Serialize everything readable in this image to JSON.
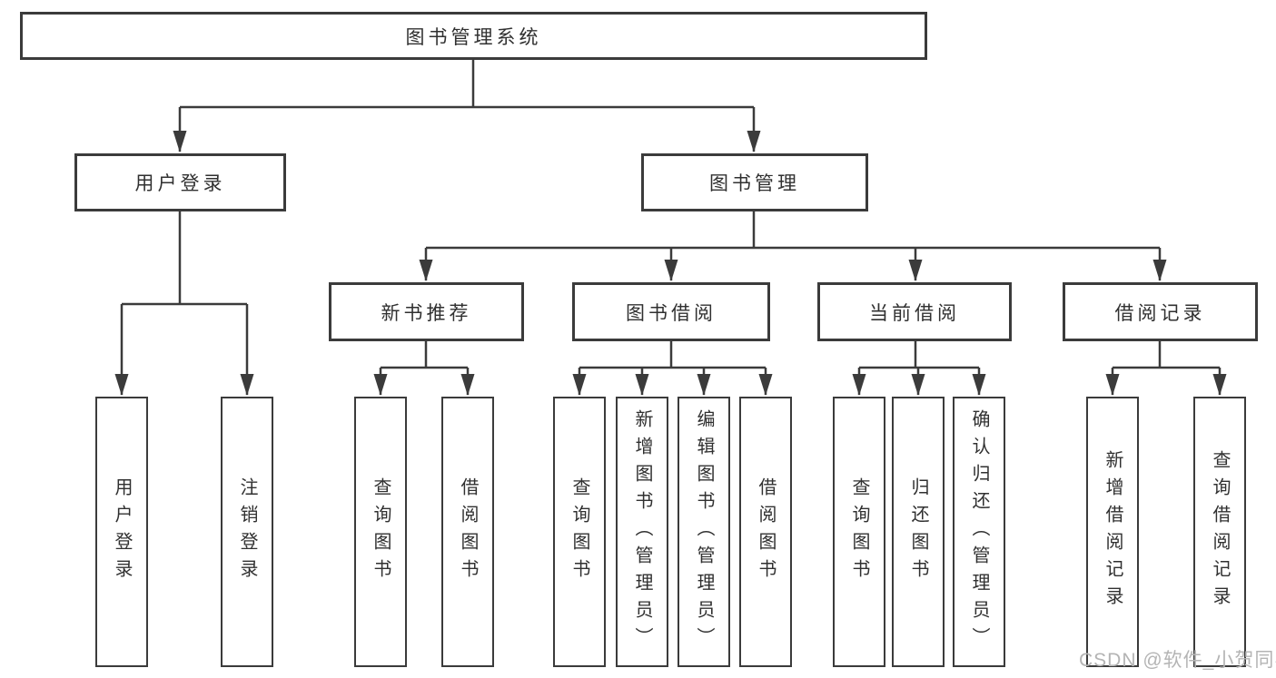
{
  "diagram": {
    "root": {
      "label": "图书管理系统"
    },
    "level2": {
      "user_login": {
        "label": "用户登录"
      },
      "book_mgmt": {
        "label": "图书管理"
      }
    },
    "level3": {
      "new_book": {
        "label": "新书推荐"
      },
      "book_borrow": {
        "label": "图书借阅"
      },
      "current_borrow": {
        "label": "当前借阅"
      },
      "borrow_record": {
        "label": "借阅记录"
      }
    },
    "leaves": {
      "user_login": {
        "label": "用户登录"
      },
      "logout": {
        "label": "注销登录"
      },
      "nb_query": {
        "label": "查询图书"
      },
      "nb_borrow": {
        "label": "借阅图书"
      },
      "bb_query": {
        "label": "查询图书"
      },
      "bb_add": {
        "label": "新增图书（管理员）"
      },
      "bb_edit": {
        "label": "编辑图书（管理员）"
      },
      "bb_borrow": {
        "label": "借阅图书"
      },
      "cb_query": {
        "label": "查询图书"
      },
      "cb_return": {
        "label": "归还图书"
      },
      "cb_confirm": {
        "label": "确认归还（管理员）"
      },
      "br_add": {
        "label": "新增借阅记录"
      },
      "br_query": {
        "label": "查询借阅记录"
      }
    },
    "colors": {
      "line": "#3b3b3b",
      "text": "#303030",
      "watermark": "#b4b4b4",
      "background": "#ffffff"
    }
  },
  "watermark": {
    "text": "CSDN @软件_小贺同学"
  }
}
